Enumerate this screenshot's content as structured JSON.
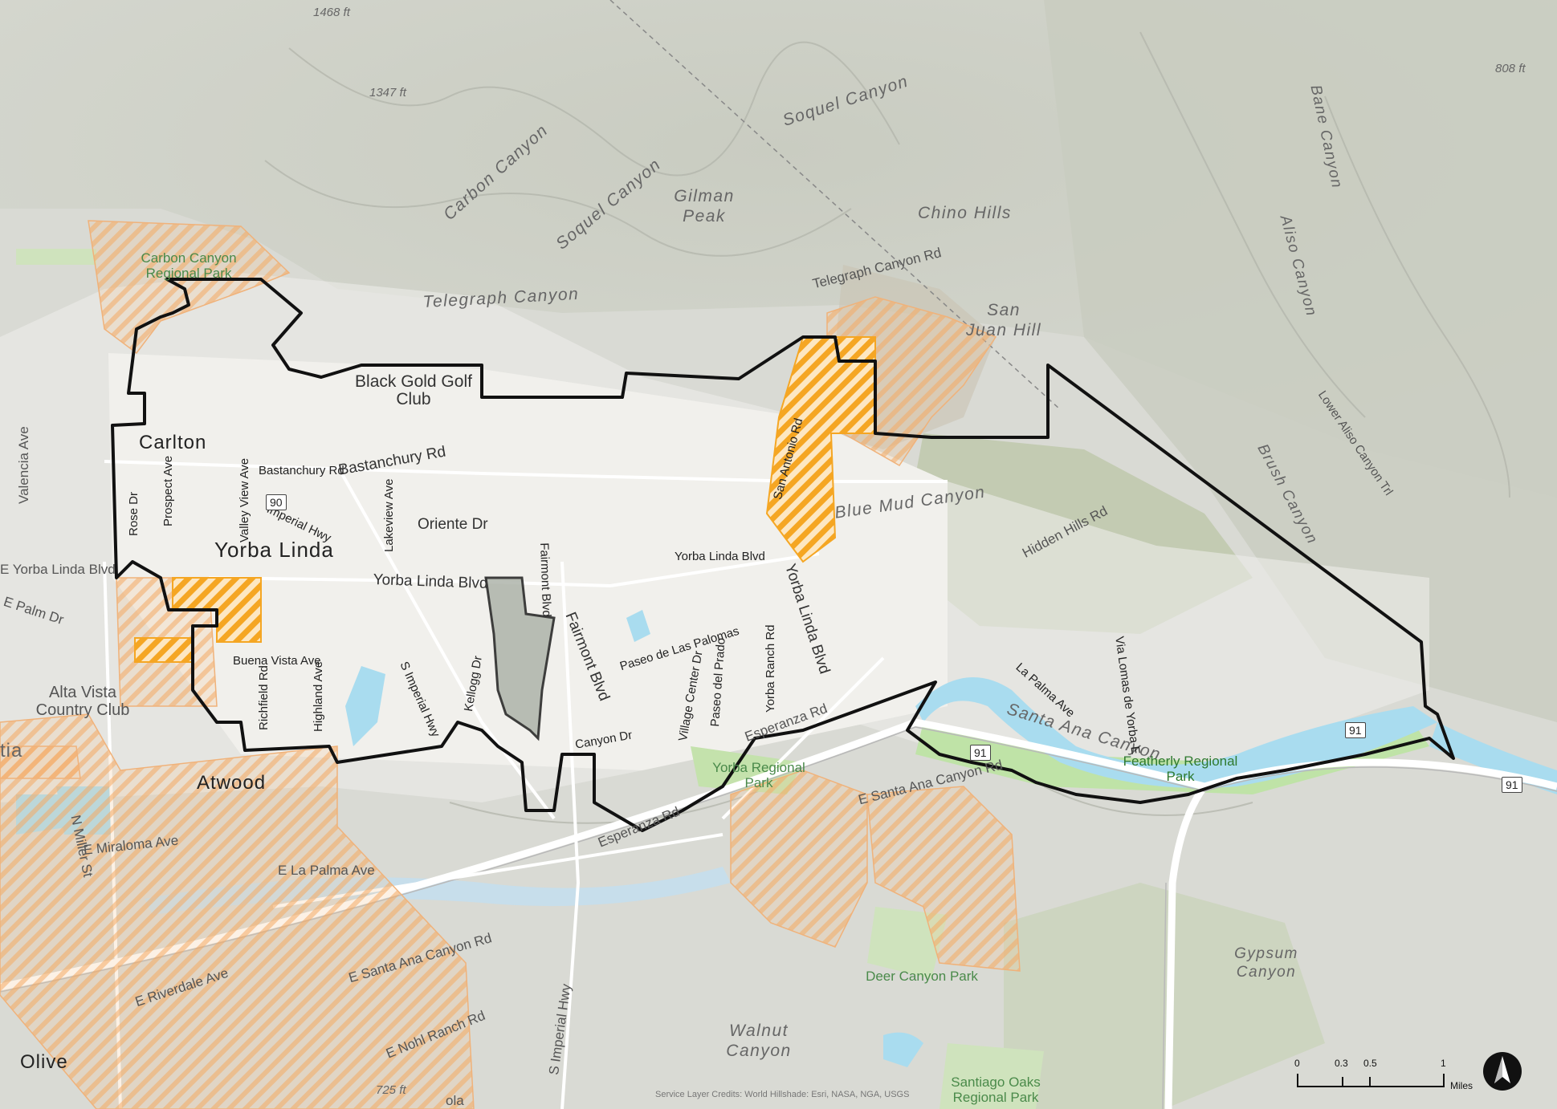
{
  "places": {
    "carlton": "Carlton",
    "yorba_linda": "Yorba Linda",
    "atwood": "Atwood",
    "olive": "Olive",
    "placentia_fragment": "tia",
    "alta_vista": "Alta Vista Country Club",
    "black_gold": "Black Gold Golf Club"
  },
  "terrain": {
    "carbon_canyon": "Carbon Canyon",
    "soquel_canyon_1": "Soquel Canyon",
    "soquel_canyon_2": "Soquel Canyon",
    "gilman_peak": "Gilman Peak",
    "chino_hills": "Chino Hills",
    "telegraph_canyon": "Telegraph Canyon",
    "san_juan_hill": "San Juan Hill",
    "bane_canyon": "Bane Canyon",
    "aliso_canyon": "Aliso Canyon",
    "brush_canyon": "Brush Canyon",
    "blue_mud_canyon": "Blue Mud Canyon",
    "santa_ana_canyon": "Santa Ana Canyon",
    "gypsum_canyon": "Gypsum Canyon",
    "walnut_canyon": "Walnut Canyon"
  },
  "elevations": {
    "e1468": "1468 ft",
    "e1347": "1347 ft",
    "e808": "808 ft",
    "e725": "725 ft"
  },
  "parks": {
    "carbon_canyon_park": "Carbon Canyon Regional Park",
    "yorba_regional": "Yorba Regional Park",
    "featherly": "Featherly Regional Park",
    "deer_canyon": "Deer Canyon Park",
    "santiago_oaks": "Santiago Oaks Regional Park"
  },
  "roads": {
    "telegraph_canyon_rd": "Telegraph Canyon Rd",
    "bastanchury_small": "Bastanchury Rd",
    "bastanchury_big": "Bastanchury Rd",
    "imperial_hwy": "Imperial Hwy",
    "rose_dr": "Rose Dr",
    "prospect_ave": "Prospect Ave",
    "valley_view_ave": "Valley View Ave",
    "lakeview_ave": "Lakeview Ave",
    "oriente_dr": "Oriente Dr",
    "yorba_linda_blvd_w": "E Yorba Linda Blvd",
    "yorba_linda_blvd_c": "Yorba Linda Blvd",
    "yorba_linda_blvd_small": "Yorba Linda Blvd",
    "yorba_linda_blvd_diag": "Yorba Linda Blvd",
    "e_palm_dr": "E Palm Dr",
    "valencia_ave": "Valencia Ave",
    "buena_vista_ave": "Buena Vista Ave",
    "richfield_rd": "Richfield Rd",
    "highland_ave": "Highland Ave",
    "s_imperial_hwy": "S Imperial Hwy",
    "kellogg_dr": "Kellogg Dr",
    "fairmont_blvd_small": "Fairmont Blvd",
    "fairmont_blvd_big": "Fairmont Blvd",
    "paseo_palomas": "Paseo de Las Palomas",
    "village_center": "Village Center Dr",
    "paseo_prado": "Paseo del Prado",
    "yorba_ranch": "Yorba Ranch Rd",
    "canyon_dr": "Canyon Dr",
    "esperanza_rd_1": "Esperanza Rd",
    "esperanza_rd_2": "Esperanza Rd",
    "san_antonio": "San Antonio Rd",
    "hidden_hills": "Hidden Hills Rd",
    "la_palma_ave": "La Palma Ave",
    "via_lomas": "Via Lomas de Yorba E",
    "lower_aliso": "Lower Aliso Canyon Trl",
    "n_miller": "N Miller St",
    "e_miraloma": "E Miraloma Ave",
    "e_la_palma": "E La Palma Ave",
    "e_santa_ana_canyon_1": "E Santa Ana Canyon Rd",
    "e_santa_ana_canyon_2": "E Santa Ana Canyon Rd",
    "e_riverdale": "E Riverdale Ave",
    "e_nohl_ranch": "E Nohl Ranch Rd",
    "s_imperial_hwy_south": "S Imperial Hwy",
    "oriente_fragment": "ola"
  },
  "shields": {
    "sr90": "90",
    "sr91_a": "91",
    "sr91_b": "91",
    "sr91_c": "91"
  },
  "scalebar": {
    "t0": "0",
    "t1": "0.3",
    "t2": "0.5",
    "t3": "1",
    "unit": "Miles"
  },
  "credits": "Service Layer Credits: World Hillshade: Esri, NASA, NGA, USGS",
  "colors": {
    "boundary": "#111111",
    "hatch_light": "#f4b477",
    "hatch_strong": "#f5a623",
    "river": "#a9dcef",
    "park_green": "#bfe3a7"
  }
}
